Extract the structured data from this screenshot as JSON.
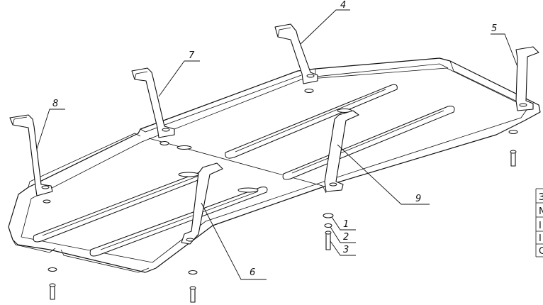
{
  "callouts": [
    {
      "id": "1",
      "label": "1"
    },
    {
      "id": "2",
      "label": "2"
    },
    {
      "id": "3",
      "label": "3"
    },
    {
      "id": "4",
      "label": "4"
    },
    {
      "id": "5",
      "label": "5"
    },
    {
      "id": "6",
      "label": "6"
    },
    {
      "id": "7",
      "label": "7"
    },
    {
      "id": "8",
      "label": "8"
    },
    {
      "id": "9",
      "label": "9"
    }
  ],
  "table_fragment": {
    "rows": [
      "З",
      "N",
      "I",
      "I",
      "С"
    ]
  }
}
